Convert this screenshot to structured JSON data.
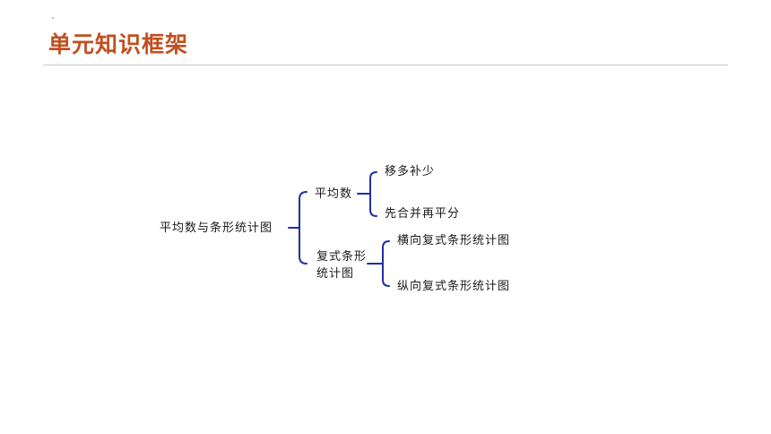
{
  "header": {
    "title": "单元知识框架"
  },
  "diagram": {
    "root": "平均数与条形统计图",
    "branches": [
      {
        "label": "平均数",
        "children": [
          "移多补少",
          "先合并再平分"
        ]
      },
      {
        "label": "复式条形统计图",
        "children": [
          "横向复式条形统计图",
          "纵向复式条形统计图"
        ]
      }
    ]
  },
  "colors": {
    "title": "#c0501f",
    "bracket": "#1f2fa8",
    "rule": "#c8c8c8",
    "text": "#1a1a1a"
  }
}
